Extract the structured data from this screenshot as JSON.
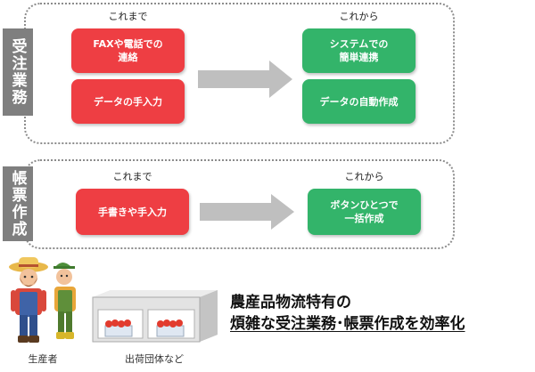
{
  "section1": {
    "side_label": "受注業務",
    "before_header": "これまで",
    "after_header": "これから",
    "before_items": [
      "FAXや電話での\n連絡",
      "データの手入力"
    ],
    "after_items": [
      "システムでの\n簡単連携",
      "データの自動作成"
    ]
  },
  "section2": {
    "side_label": "帳票作成",
    "before_header": "これまで",
    "after_header": "これから",
    "before_items": [
      "手書きや手入力"
    ],
    "after_items": [
      "ボタンひとつで\n一括作成"
    ]
  },
  "bottom": {
    "producer_label": "生産者",
    "shipping_label": "出荷団体など",
    "headline_line1": "農産品物流特有の",
    "headline_line2": "煩雑な受注業務･帳票作成を効率化"
  },
  "colors": {
    "before_box": "#ee3e43",
    "after_box": "#33b46a",
    "arrow": "#bfbfbf",
    "side_label_bg": "#7f7f7f"
  }
}
